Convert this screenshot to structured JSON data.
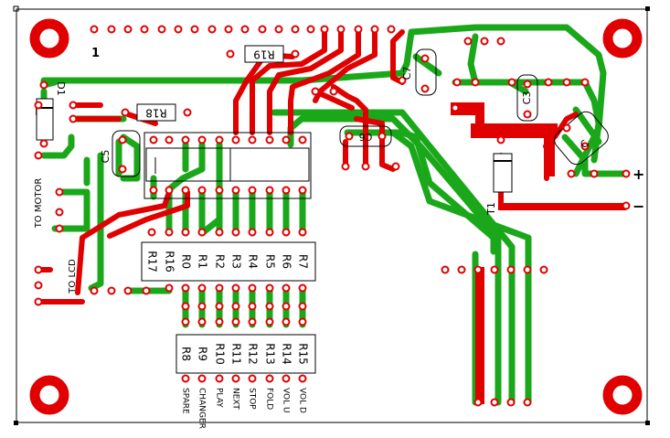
{
  "resistor_values_top": [
    "R17",
    "R16",
    "R0",
    "R1",
    "R2",
    "R3",
    "R4",
    "R5",
    "R6",
    "R7"
  ],
  "resistor_values_bottom": [
    "R8",
    "R9",
    "R10",
    "R11",
    "R12",
    "R13",
    "R14",
    "R15"
  ],
  "button_labels": [
    "SPARE",
    "CHANGER",
    "PLAY",
    "NEXT",
    "STOP",
    "FOLD",
    "VOL U",
    "VOL D"
  ],
  "parts": {
    "r19": "R19",
    "r18": "R18",
    "d1": "D1",
    "c5": "C5",
    "c6": "C6",
    "c7": "C7",
    "c3": "C3",
    "c_right": "C",
    "t1": "T1",
    "pin1": "1",
    "plus": "+",
    "minus": "−"
  },
  "connectors": {
    "to_motor": "TO MOTOR",
    "to_lcd": "TO LCD"
  },
  "colors": {
    "copper_top": "#e00000",
    "copper_bottom": "#1aa81a",
    "outline": "#000000",
    "board": "#ffffff"
  }
}
